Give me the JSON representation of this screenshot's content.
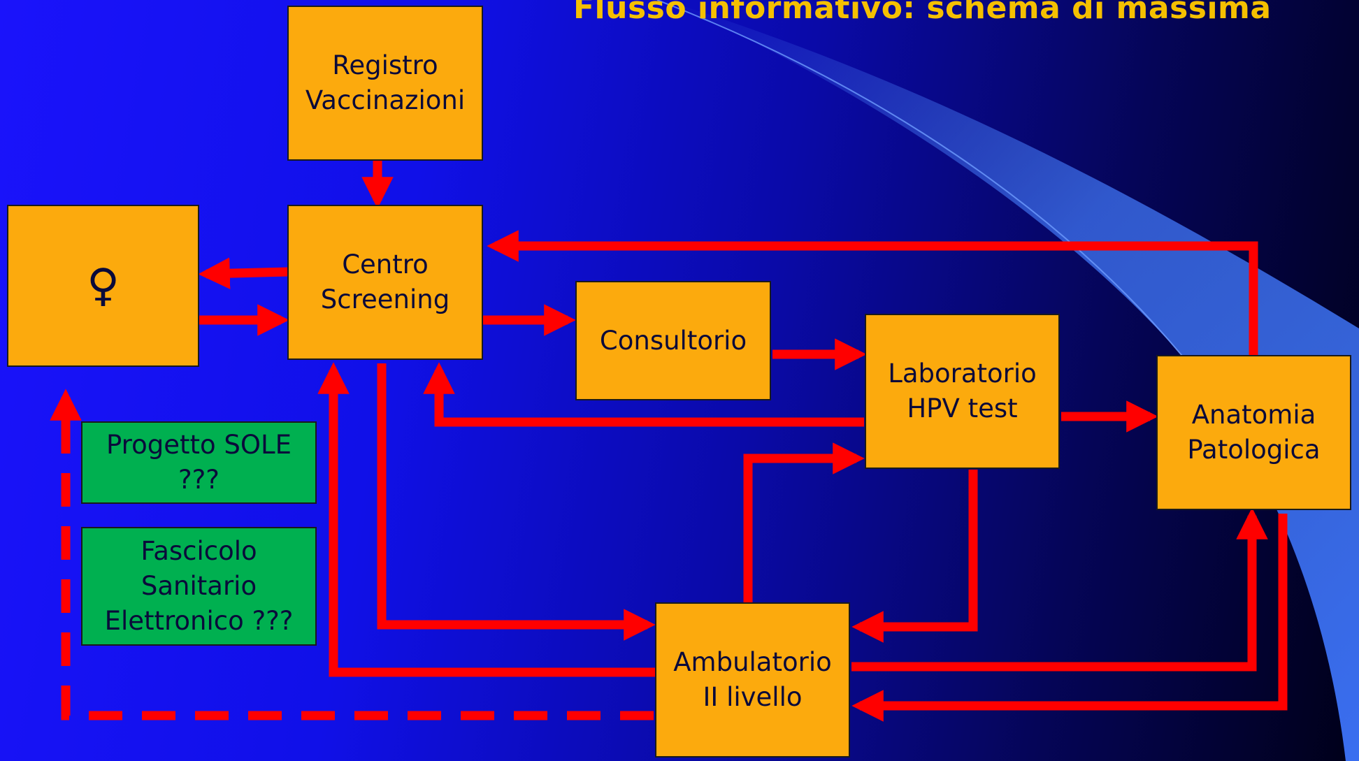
{
  "slide": {
    "title": "Flusso informativo: schema di massima"
  },
  "nodes": {
    "registro": {
      "lines": [
        "Registro",
        "Vaccinazioni"
      ]
    },
    "donna": {
      "symbol": "♀"
    },
    "centro": {
      "lines": [
        "Centro",
        "Screening"
      ]
    },
    "consultorio": {
      "lines": [
        "Consultorio"
      ]
    },
    "laboratorio": {
      "lines": [
        "Laboratorio",
        "HPV test"
      ]
    },
    "anatomia": {
      "lines": [
        "Anatomia",
        "Patologica"
      ]
    },
    "ambulatorio": {
      "lines": [
        "Ambulatorio",
        "II livello"
      ]
    },
    "sole": {
      "lines": [
        "Progetto SOLE",
        "???"
      ]
    },
    "fascicolo": {
      "lines": [
        "Fascicolo",
        "Sanitario",
        "Elettronico ???"
      ]
    }
  },
  "colors": {
    "box_fill": "#fcaa0d",
    "note_fill": "#00b050",
    "arrow": "#ff0000",
    "title": "#f5c000",
    "background": "#1a13fb"
  }
}
